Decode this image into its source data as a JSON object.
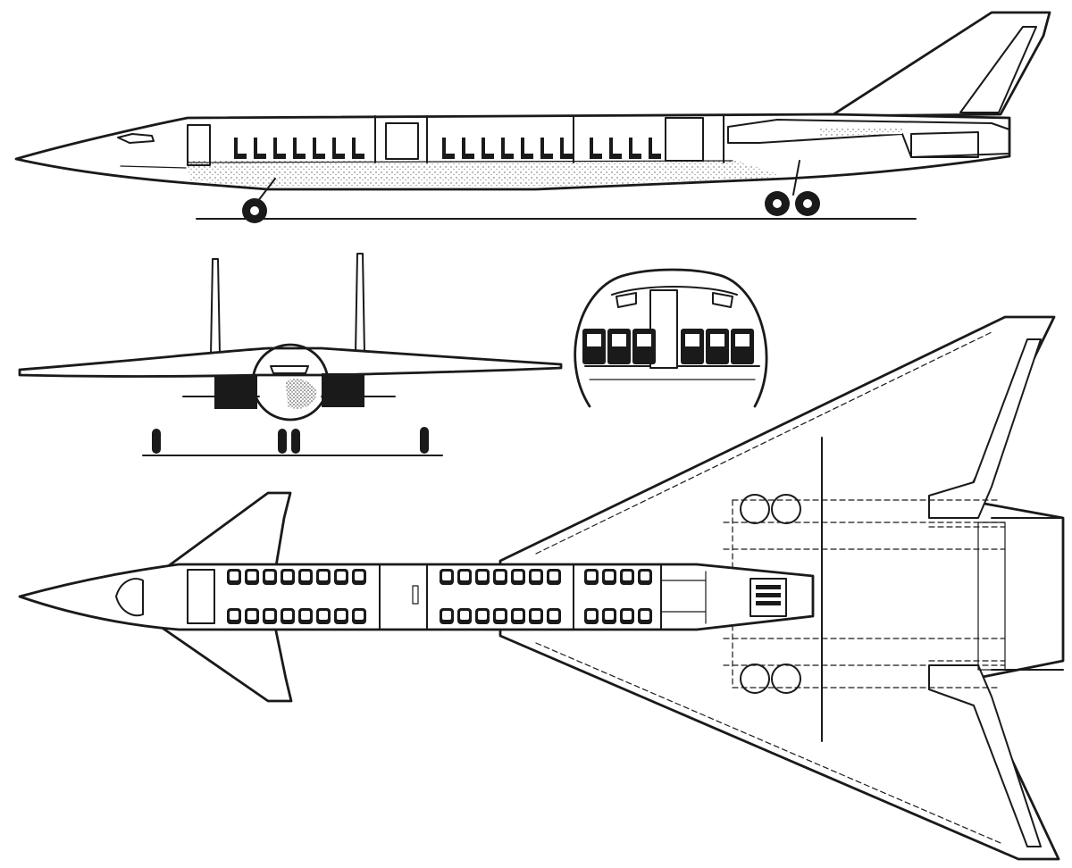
{
  "figure": {
    "views": [
      "side-elevation",
      "front-elevation",
      "cabin-cross-section",
      "plan-view"
    ],
    "line_color": "#1a1a1a",
    "background_color": "#ffffff"
  }
}
